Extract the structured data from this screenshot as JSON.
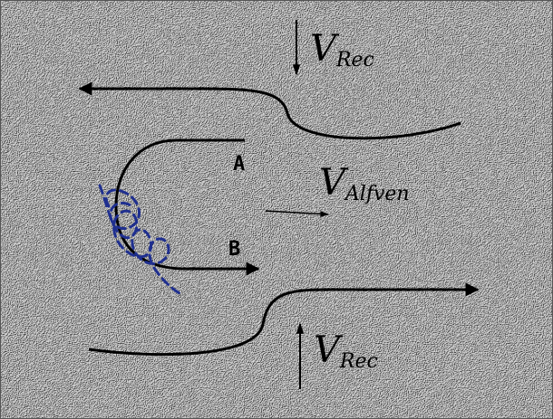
{
  "labels": {
    "v_rec_top": {
      "main": "V",
      "sub": "Rec"
    },
    "v_alfven": {
      "main": "V",
      "sub": "Alfven"
    },
    "v_rec_bottom": {
      "main": "V",
      "sub": "Rec"
    },
    "point_a": "A",
    "point_b": "B"
  },
  "colors": {
    "background": "#9a9a9a",
    "field_lines": "#000000",
    "particle_path": "#1f2f8f"
  }
}
